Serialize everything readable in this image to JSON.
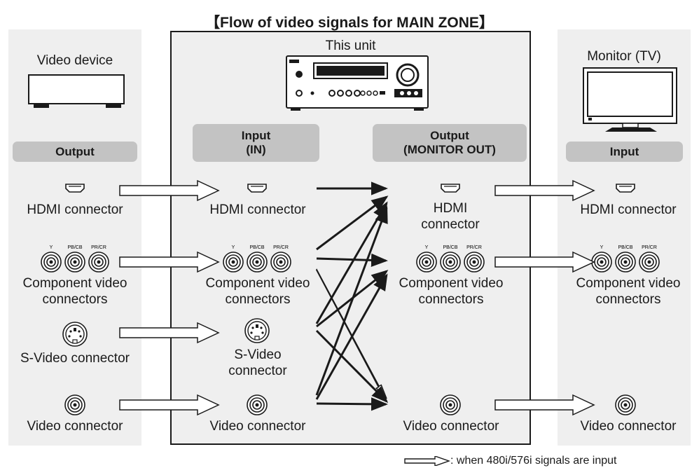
{
  "title": "【Flow of video signals for MAIN ZONE】",
  "left": {
    "device_label": "Video device",
    "header": "Output",
    "connectors": [
      "HDMI connector",
      "Component video connectors",
      "S-Video connector",
      "Video connector"
    ]
  },
  "center": {
    "unit_label": "This unit",
    "input_header": "Input\n(IN)",
    "output_header": "Output\n(MONITOR OUT)",
    "inputs": [
      "HDMI connector",
      "Component video connectors",
      "S-Video connector",
      "Video connector"
    ],
    "outputs": [
      "HDMI connector",
      "Component video connectors",
      "Video connector"
    ]
  },
  "right": {
    "device_label": "Monitor (TV)",
    "header": "Input",
    "connectors": [
      "HDMI connector",
      "Component video connectors",
      "Video connector"
    ]
  },
  "component_jack_labels": [
    "Y",
    "PB/CB",
    "PR/CR"
  ],
  "legend": ": when 480i/576i signals are input",
  "colors": {
    "panel": "#efefef",
    "header": "#c3c3c3",
    "line": "#1a1a1a"
  }
}
